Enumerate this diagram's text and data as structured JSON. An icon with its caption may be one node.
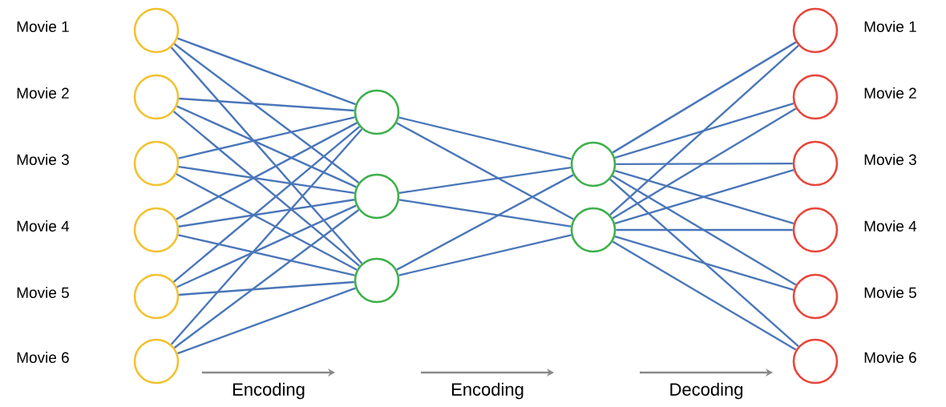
{
  "diagram": {
    "nodes": [
      {
        "text": [],
        "shape": "circle"
      },
      {
        "text": [],
        "shape": "circle"
      },
      {
        "text": [],
        "shape": "circle"
      },
      {
        "text": [],
        "shape": "circle"
      },
      {
        "text": [],
        "shape": "circle"
      },
      {
        "text": [],
        "shape": "circle"
      },
      {
        "text": [],
        "shape": "circle"
      },
      {
        "text": [],
        "shape": "circle"
      },
      {
        "text": [],
        "shape": "circle"
      },
      {
        "text": [],
        "shape": "circle"
      },
      {
        "text": [],
        "shape": "circle"
      },
      {
        "text": [],
        "shape": "circle",
        "beside": [
          "Movie 1"
        ]
      },
      {
        "text": [],
        "shape": "circle",
        "beside": [
          "Movie 2"
        ]
      },
      {
        "text": [],
        "shape": "circle",
        "beside": [
          "Movie 3"
        ]
      },
      {
        "text": [],
        "shape": "circle",
        "beside": [
          "Movie 4"
        ]
      },
      {
        "text": [],
        "shape": "circle",
        "beside": [
          "Movie 5"
        ]
      },
      {
        "text": [],
        "shape": "circle",
        "beside": [
          "Movie 6"
        ]
      }
    ],
    "edges": [
      {
        "from": 0,
        "to": 6,
        "arrow": "none"
      },
      {
        "from": 0,
        "to": 7,
        "arrow": "none"
      },
      {
        "from": 0,
        "to": 8,
        "arrow": "none"
      },
      {
        "from": 1,
        "to": 6,
        "arrow": "none"
      },
      {
        "from": 1,
        "to": 7,
        "arrow": "none"
      },
      {
        "from": 1,
        "to": 8,
        "arrow": "none"
      },
      {
        "from": 2,
        "to": 6,
        "arrow": "none"
      },
      {
        "from": 2,
        "to": 7,
        "arrow": "none"
      },
      {
        "from": 2,
        "to": 8,
        "arrow": "none"
      },
      {
        "from": 3,
        "to": 6,
        "arrow": "none"
      },
      {
        "from": 3,
        "to": 7,
        "arrow": "none"
      },
      {
        "from": 3,
        "to": 8,
        "arrow": "none"
      },
      {
        "from": 4,
        "to": 6,
        "arrow": "none"
      },
      {
        "from": 4,
        "to": 7,
        "arrow": "none"
      },
      {
        "from": 4,
        "to": 8,
        "arrow": "none"
      },
      {
        "from": 5,
        "to": 6,
        "arrow": "none"
      },
      {
        "from": 5,
        "to": 7,
        "arrow": "none"
      },
      {
        "from": 5,
        "to": 8,
        "arrow": "none"
      },
      {
        "from": 6,
        "to": 9,
        "arrow": "none"
      },
      {
        "from": 6,
        "to": 10,
        "arrow": "none"
      },
      {
        "from": 7,
        "to": 9,
        "arrow": "none"
      },
      {
        "from": 7,
        "to": 10,
        "arrow": "none"
      },
      {
        "from": 8,
        "to": 9,
        "arrow": "none"
      },
      {
        "from": 8,
        "to": 10,
        "arrow": "none"
      },
      {
        "from": 9,
        "to": 11,
        "arrow": "none"
      },
      {
        "from": 9,
        "to": 12,
        "arrow": "none"
      },
      {
        "from": 9,
        "to": 13,
        "arrow": "none"
      },
      {
        "from": 9,
        "to": 14,
        "arrow": "none"
      },
      {
        "from": 9,
        "to": 15,
        "arrow": "none"
      },
      {
        "from": 9,
        "to": 16,
        "arrow": "none"
      },
      {
        "from": 10,
        "to": 11,
        "arrow": "none"
      },
      {
        "from": 10,
        "to": 12,
        "arrow": "none"
      },
      {
        "from": 10,
        "to": 13,
        "arrow": "none"
      },
      {
        "from": 10,
        "to": 14,
        "arrow": "none"
      },
      {
        "from": 10,
        "to": 15,
        "arrow": "none"
      },
      {
        "from": 10,
        "to": 16,
        "arrow": "none"
      }
    ],
    "labels": [
      "Movie 1",
      "Movie 2",
      "Movie 3",
      "Movie 4",
      "Movie 5",
      "Movie 6",
      "Encoding",
      "Encoding",
      "Decoding"
    ]
  }
}
